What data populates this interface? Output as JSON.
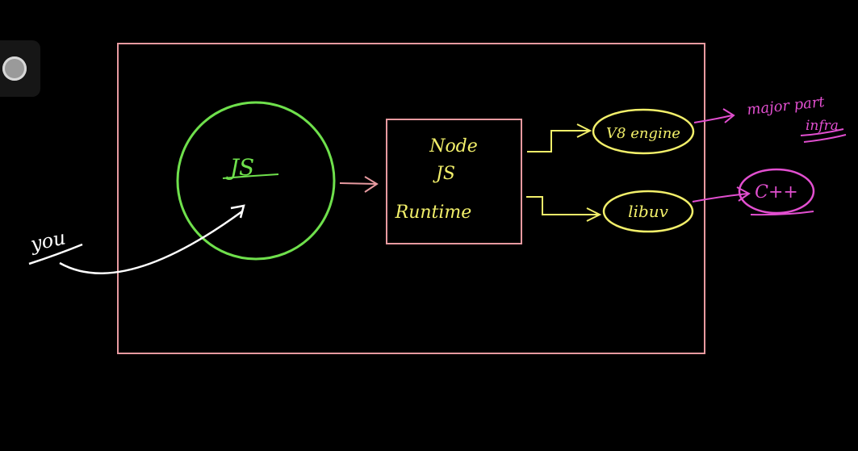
{
  "diagram": {
    "labels": {
      "user": "you",
      "js": "JS",
      "runtime_line1": "Node",
      "runtime_line2": "JS",
      "runtime_line3": "Runtime",
      "v8": "V8 engine",
      "libuv": "libuv",
      "v8_note_line1": "major part",
      "v8_note_line2": "infra",
      "cpp": "C++"
    },
    "colors": {
      "background": "#000000",
      "frame": "#e79aa0",
      "js_circle": "#6fe04c",
      "runtime_text": "#f2ef6a",
      "engine_ellipse": "#f2ef6a",
      "annotation": "#e24fd0",
      "user_ink": "#ffffff"
    }
  },
  "ui": {
    "record_button_icon": "record-button-icon"
  }
}
